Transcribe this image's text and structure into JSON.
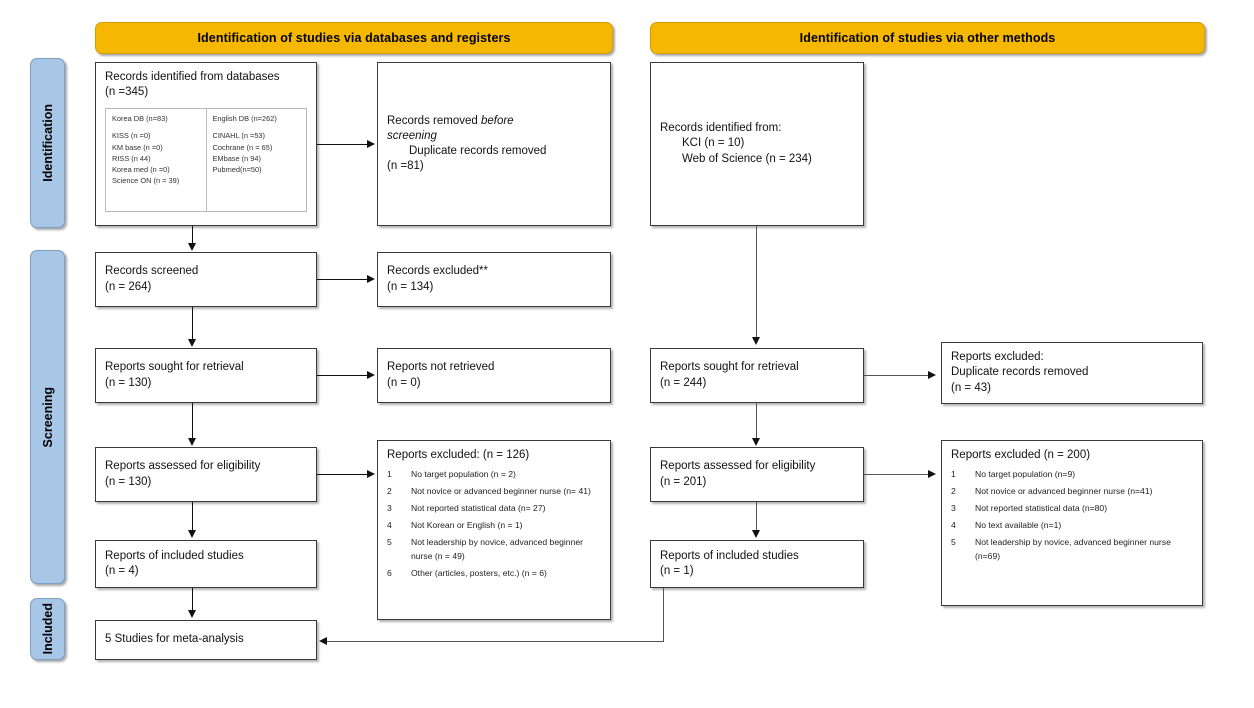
{
  "headers": {
    "left": "Identification of studies via databases and registers",
    "right": "Identification of studies via other methods"
  },
  "stages": {
    "identification": "Identification",
    "screening": "Screening",
    "included": "Included"
  },
  "colors": {
    "header_bar": "#F5B700",
    "stage_bar": "#A8C6E5",
    "box_border": "#3a3a3a",
    "text": "#111111"
  },
  "left_column": {
    "records_identified": {
      "line1": "Records identified from databases",
      "line2": "(n =345)",
      "db_left": {
        "head": "Korea DB (n=83)",
        "items": [
          "KISS (n =0)",
          "KM base (n =0)",
          "RISS (n  44)",
          "Korea med (n =0)",
          "Science ON (n = 39)"
        ]
      },
      "db_right": {
        "head": "English DB (n=262)",
        "items": [
          "CINAHL  (n =53)",
          "Cochrane (n = 65)",
          "EMbase (n  94)",
          "Pubmed(n=50)"
        ]
      }
    },
    "records_removed": {
      "line1": "Records removed ",
      "line1_italic": "before",
      "line2_italic": "screening",
      "line3": "Duplicate records removed",
      "line4": "(n =81)"
    },
    "records_screened": {
      "line1": "Records screened",
      "line2": "(n = 264)"
    },
    "records_excluded": {
      "line1": "Records excluded**",
      "line2": "(n = 134)"
    },
    "reports_sought": {
      "line1": "Reports sought for retrieval",
      "line2": "(n = 130)"
    },
    "reports_not_retrieved": {
      "line1": "Reports not retrieved",
      "line2": "(n = 0)"
    },
    "reports_assessed": {
      "line1": "Reports assessed for eligibility",
      "line2": "(n = 130)"
    },
    "reports_excluded": {
      "head": "Reports excluded: (n = 126)",
      "items": [
        {
          "num": "1",
          "txt": "No target population (n = 2)"
        },
        {
          "num": "2",
          "txt": "Not novice or advanced beginner nurse (n= 41)"
        },
        {
          "num": "3",
          "txt": "Not reported statistical data (n= 27)"
        },
        {
          "num": "4",
          "txt": "Not Korean or English (n = 1)"
        },
        {
          "num": "5",
          "txt": "Not leadership by novice, advanced beginner nurse (n = 49)"
        },
        {
          "num": "6",
          "txt": "Other (articles, posters, etc.) (n = 6)"
        }
      ]
    },
    "reports_included": {
      "line1": "Reports of included studies",
      "line2": "(n = 4)"
    },
    "meta_analysis": {
      "line1": "5 Studies for meta-analysis"
    }
  },
  "right_column": {
    "records_identified": {
      "line1": "Records identified from:",
      "line2": "KCI (n = 10)",
      "line3": "Web of Science (n = 234)"
    },
    "reports_sought": {
      "line1": "Reports sought for retrieval",
      "line2": "(n = 244)"
    },
    "reports_excluded_dup": {
      "line1": "Reports excluded:",
      "line2": "Duplicate records removed",
      "line3": "(n = 43)"
    },
    "reports_assessed": {
      "line1": "Reports assessed for eligibility",
      "line2": "(n = 201)"
    },
    "reports_excluded": {
      "head": "Reports excluded  (n = 200)",
      "items": [
        {
          "num": "1",
          "txt": "No target population (n=9)"
        },
        {
          "num": "2",
          "txt": "Not novice or advanced beginner nurse (n=41)"
        },
        {
          "num": "3",
          "txt": "Not reported statistical data (n=80)"
        },
        {
          "num": "4",
          "txt": "No text available (n=1)"
        },
        {
          "num": "5",
          "txt": "Not leadership by novice, advanced beginner nurse (n=69)"
        }
      ]
    },
    "reports_included": {
      "line1": "Reports of included studies",
      "line2": "(n = 1)"
    }
  }
}
